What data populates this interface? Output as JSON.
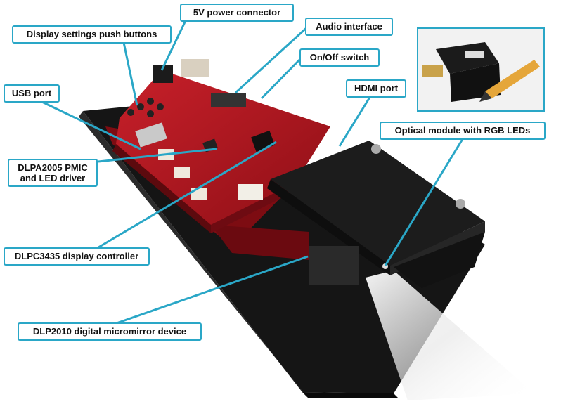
{
  "labels": {
    "power_connector": "5V power connector",
    "display_buttons": "Display settings push buttons",
    "audio": "Audio interface",
    "onoff": "On/Off switch",
    "usb": "USB port",
    "hdmi": "HDMI port",
    "optical": "Optical module with RGB LEDs",
    "pmic_line1": "DLPA2005 PMIC",
    "pmic_line2": "and LED driver",
    "controller": "DLPC3435 display controller",
    "dmd": "DLP2010 digital micromirror device"
  },
  "colors": {
    "callout": "#2aa7c7",
    "pcb_red": "#b3121c",
    "base_black": "#151515",
    "optical_black": "#1c1c1c"
  }
}
